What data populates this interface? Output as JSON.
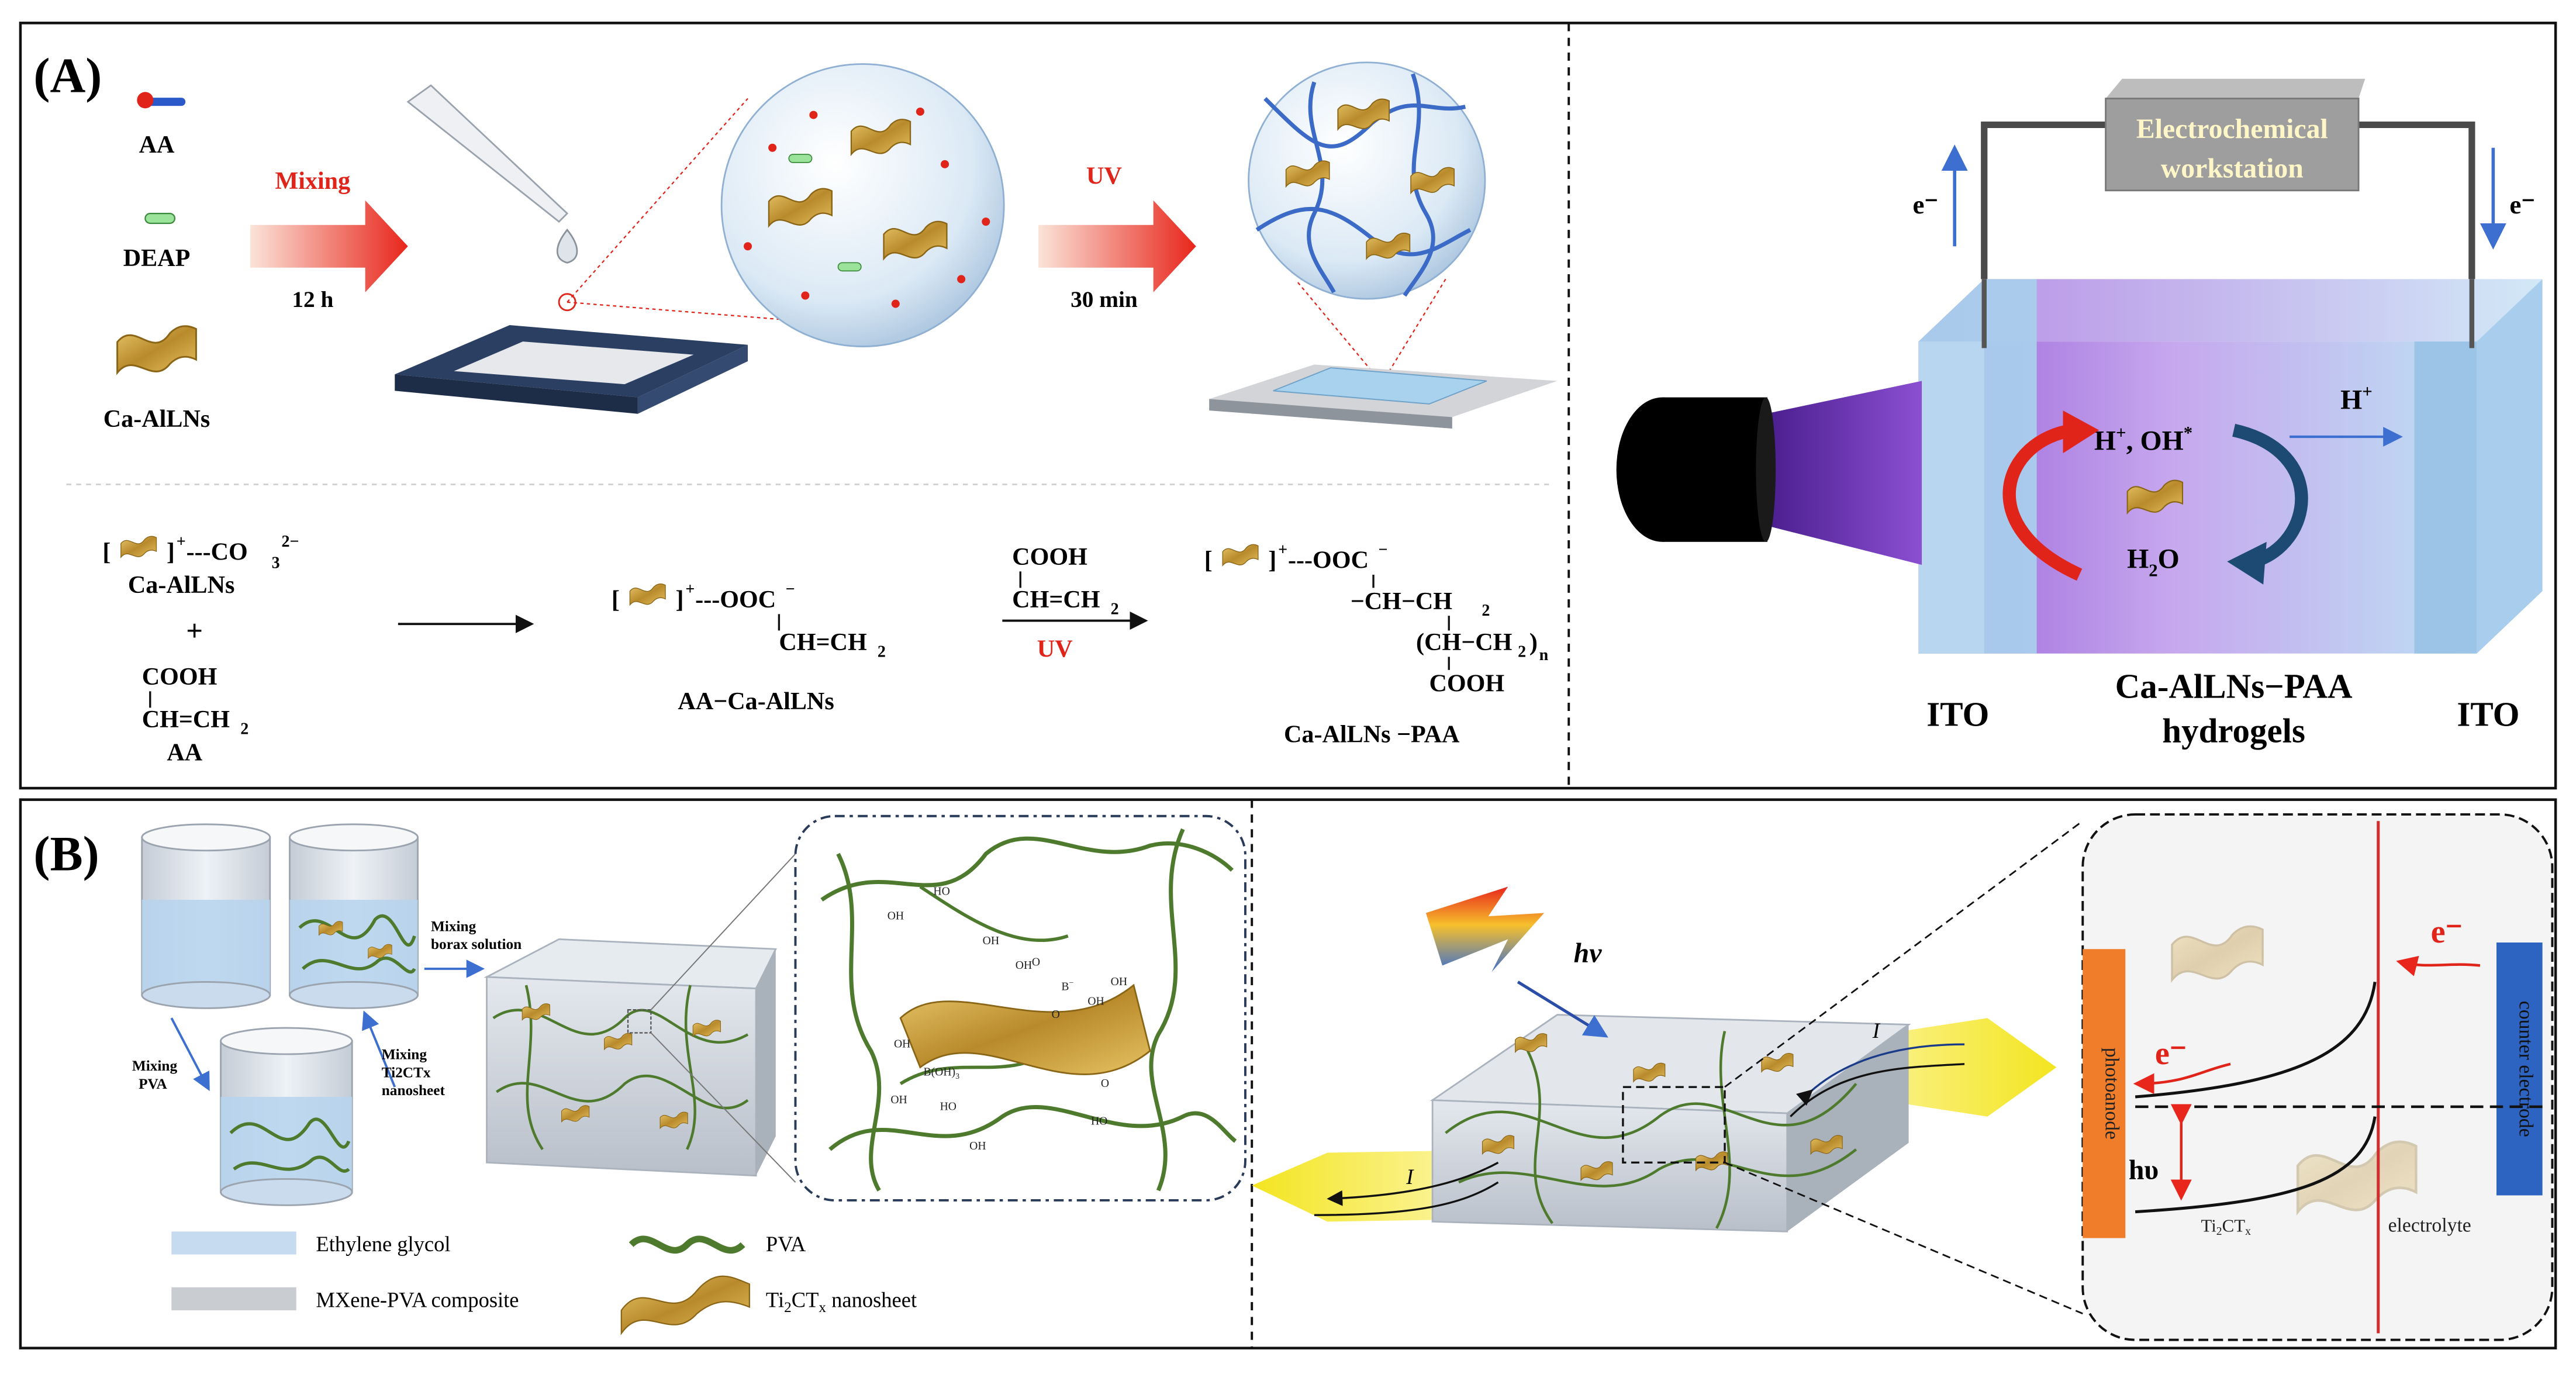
{
  "panel_a": {
    "label": "(A)",
    "reagents": {
      "aa": "AA",
      "deap": "DEAP",
      "ca": "Ca-AlLNs"
    },
    "step1": {
      "title": "Mixing",
      "time": "12 h"
    },
    "step2": {
      "title": "UV",
      "time": "30 min"
    },
    "reaction": {
      "r1_a": "]",
      "r1_b": "+",
      "r1_c": "---CO",
      "r1_d": "3",
      "r1_e": "2−",
      "r1_name": "Ca-AlLNs",
      "plus": "+",
      "aa_cooh": "COOH",
      "aa_ch": "CH=CH",
      "aa_2": "2",
      "aa_name": "AA",
      "p1_b": "+",
      "p1_c": "---OOC",
      "p1_d": "−",
      "p1_ch": "CH=CH",
      "p1_2": "2",
      "p1_name": "AA−Ca-AlLNs",
      "r2_cooh": "COOH",
      "r2_ch": "CH=CH",
      "r2_2": "2",
      "r2_uv": "UV",
      "p2_b": "+",
      "p2_c": "---OOC",
      "p2_d": "−",
      "p2_l2": "−CH−CH",
      "p2_l2b": "2",
      "p2_l3": "(CH−CH",
      "p2_l3b": "2",
      "p2_l3c": ")",
      "p2_l3d": "n",
      "p2_cooh": "COOH",
      "p2_name": "Ca-AlLNs −PAA"
    },
    "cell": {
      "workstation_l1": "Electrochemical",
      "workstation_l2": "workstation",
      "e_left": "e⁻",
      "e_right": "e⁻",
      "h_label": "H",
      "h_sup": "+",
      "ions_a": "H",
      "ions_b": "+",
      "ions_c": ", OH",
      "ions_d": "*",
      "water": "H",
      "water_2": "2",
      "water_o": "O",
      "ito_left": "ITO",
      "ito_right": "ITO",
      "gel_l1": "Ca-AlLNs−PAA",
      "gel_l2": "hydrogels"
    }
  },
  "panel_b": {
    "label": "(B)",
    "borax_l1": "Mixing",
    "borax_l2": "borax solution",
    "pva_l1": "Mixing",
    "pva_l2": "PVA",
    "ti_l1": "Mixing",
    "ti_l2": "Ti2CTx",
    "ti_l3": "nanosheet",
    "legend": {
      "eg": "Ethylene glycol",
      "composite": "MXene-PVA composite",
      "pva": "PVA",
      "ti_a": "Ti",
      "ti_b": "2",
      "ti_c": "CT",
      "ti_d": "x",
      "ti_e": " nanosheet"
    },
    "network": {
      "oh": "OH",
      "ho": "HO",
      "b": "B",
      "bminus": "−",
      "o": "O",
      "boh": "B(OH)",
      "boh2": "3"
    },
    "device": {
      "hv": "hν",
      "i_left": "I",
      "i_right": "I"
    },
    "band": {
      "photoanode": "photoanode",
      "counter": "counter electrode",
      "e1": "e⁻",
      "e2": "e⁻",
      "hv": "hυ",
      "ti_a": "Ti",
      "ti_b": "2",
      "ti_c": "CT",
      "ti_d": "x",
      "electrolyte": "electrolyte"
    }
  },
  "colors": {
    "red_arrow": "#e8261c",
    "blue_arrow": "#3c6fcf",
    "hydrogel_purple": "#b58fe6",
    "ito_blue": "#a9cdec",
    "photoanode_orange": "#ef7d2a",
    "counter_blue": "#2e64c1",
    "pva_green": "#4d7a2c",
    "nanosheet_gold": "#c9972f",
    "light_yellow": "#f4ec3a"
  }
}
